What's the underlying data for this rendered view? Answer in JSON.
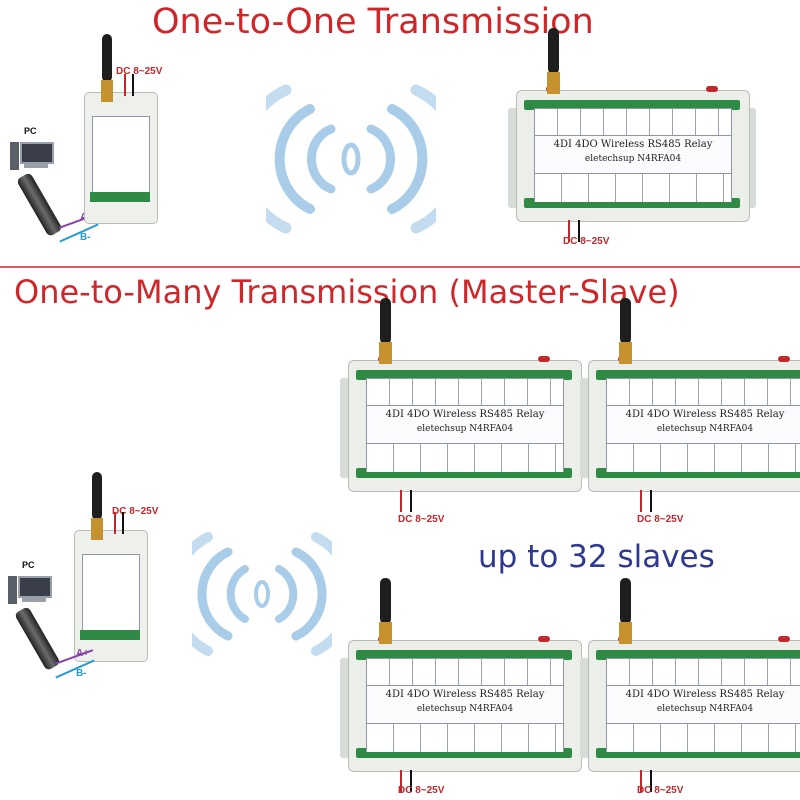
{
  "sections": {
    "one_to_one": {
      "title": "One-to-One Transmission"
    },
    "one_to_many": {
      "title": "One-to-Many Transmission (Master-Slave)"
    }
  },
  "slaves_note": "up to 32 slaves",
  "labels": {
    "pc": "PC",
    "a_plus": "A+",
    "b_minus": "B-",
    "power": "DC 8~25V"
  },
  "relay": {
    "title": "4DI 4DO Wireless RS485 Relay",
    "brand": "eletechsup    N4RFA04"
  },
  "colors": {
    "title_red": "#d0262a",
    "note_blue": "#2e3a92",
    "signal_blue": "#9ec5e6"
  }
}
